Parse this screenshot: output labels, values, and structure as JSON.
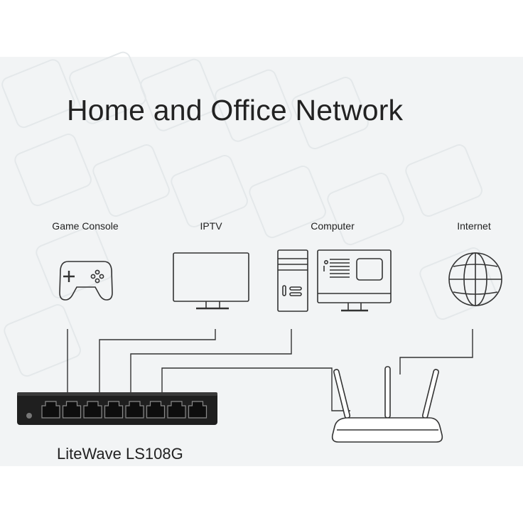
{
  "diagram": {
    "title": "Home and Office Network",
    "devices": [
      {
        "id": "game-console",
        "label": "Game Console",
        "icon": "gamepad-icon"
      },
      {
        "id": "iptv",
        "label": "IPTV",
        "icon": "tv-monitor-icon"
      },
      {
        "id": "computer",
        "label": "Computer",
        "icon": "desktop-computer-icon"
      },
      {
        "id": "internet",
        "label": "Internet",
        "icon": "globe-icon"
      }
    ],
    "switch": {
      "model": "LiteWave LS108G",
      "ports": 8,
      "icon": "network-switch-icon"
    },
    "router": {
      "icon": "wifi-router-icon",
      "antennas": 3
    },
    "colors": {
      "line": "#333333",
      "background": "#f2f4f5",
      "switch_body": "#1f1f1f"
    }
  }
}
